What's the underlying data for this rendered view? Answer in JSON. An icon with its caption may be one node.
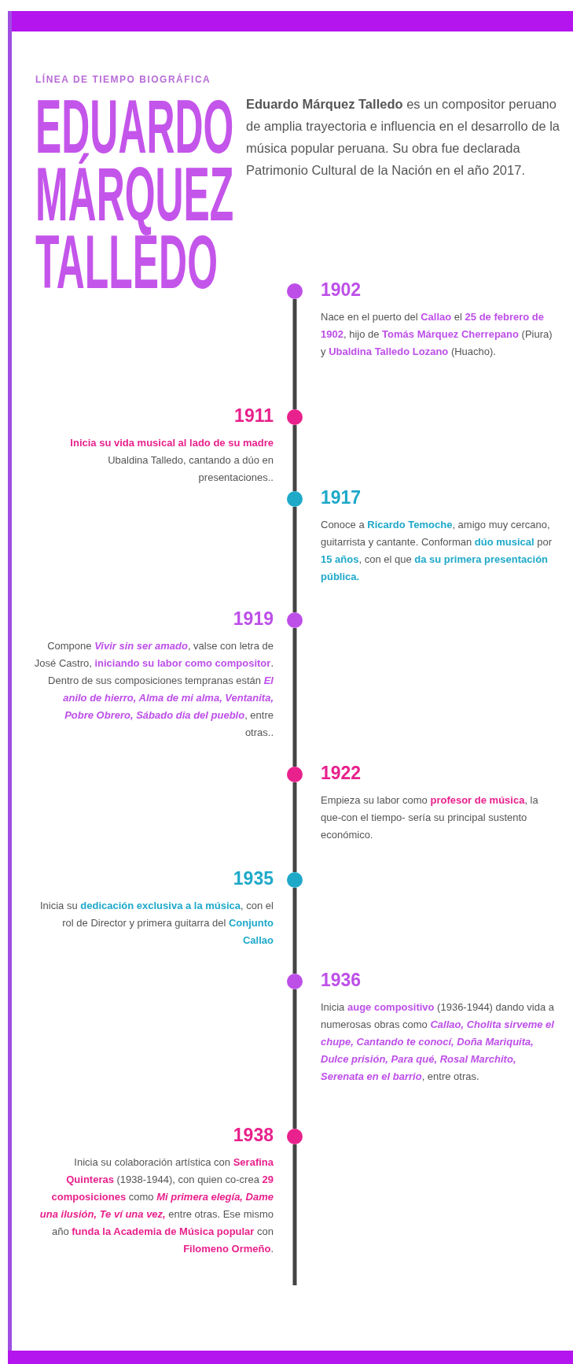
{
  "diagram": {
    "title": "EDUARDO MÁRQUEZ TALLEDO",
    "nodes": [
      {
        "text": [],
        "shape": "circle",
        "beside": [
          "1902",
          "Nace en el puerto del **Callao** el **25 de febrero de 1902**, hijo de **Tomás Márquez Cherrepano** (Piura) y **Ubaldina Talledo Lozano** (Huacho)."
        ]
      },
      {
        "text": [],
        "shape": "circle",
        "beside": [
          "1911",
          "**Inicia su vida musical al lado de su madre** Ubaldina Talledo, cantando a dúo en presentaciones.."
        ]
      },
      {
        "text": [],
        "shape": "circle",
        "beside": [
          "1917",
          "Conoce a **Ricardo Temoche**, amigo muy cercano, guitarrista y cantante. Conforman **dúo musical** por **15 años**, con el que **da su primera presentación pública.**"
        ]
      },
      {
        "text": [],
        "shape": "circle",
        "beside": [
          "1919",
          "Compone *Vivir sin ser amado*, valse con letra de José Castro, **iniciando su labor como compositor**. Dentro de sus composiciones tempranas están *El anilo de hierro, Alma de mi alma, Ventanita, Pobre Obrero, Sábado dia del pueblo*, entre otras.."
        ]
      },
      {
        "text": [],
        "shape": "circle",
        "beside": [
          "1922",
          "Empieza su labor como **profesor de música**, la que-con el tiempo- sería su principal sustento económico."
        ]
      },
      {
        "text": [],
        "shape": "circle",
        "beside": [
          "1935",
          "Inicia su **dedicación exclusiva a la música**, con el rol de Director y primera guitarra del **Conjunto Callao**"
        ]
      },
      {
        "text": [],
        "shape": "circle",
        "beside": [
          "1936",
          "Inicia **auge compositivo** (1936-1944) dando vida a numerosas obras como *Callao, Cholita sirveme el chupe, Cantando te conocí, Doña Mariquita, Dulce prisión, Para qué, Rosal Marchito, Serenata en el barrio*, entre otras."
        ]
      },
      {
        "text": [],
        "shape": "circle",
        "beside": [
          "1938",
          "Inicia su colaboración artística con **Serafina Quinteras** (1938-1944), con quien co-crea **29 composiciones** como *Mi primera elegía, Dame una ilusión, Te ví una vez,* entre otras. Ese mismo año **funda la Academia de Música popular** con **Filomeno Ormeño**."
        ]
      }
    ],
    "edges": [
      {
        "from": 0,
        "to": 1,
        "arrow": "none"
      },
      {
        "from": 1,
        "to": 2,
        "arrow": "none"
      },
      {
        "from": 2,
        "to": 3,
        "arrow": "none"
      },
      {
        "from": 3,
        "to": 4,
        "arrow": "none"
      },
      {
        "from": 4,
        "to": 5,
        "arrow": "none"
      },
      {
        "from": 5,
        "to": 6,
        "arrow": "none"
      },
      {
        "from": 6,
        "to": 7,
        "arrow": "none"
      },
      {
        "from": 7,
        "to": null,
        "arrow": "none"
      }
    ],
    "labels": [
      "LÍNEA DE TIEMPO BIOGRÁFICA",
      "**Eduardo Márquez Talledo** es un compositor peruano de amplia trayectoria e influencia en el desarrollo de la música popular peruana. Su obra fue declarada Patrimonio Cultural de la Nación en el año 2017."
    ]
  }
}
